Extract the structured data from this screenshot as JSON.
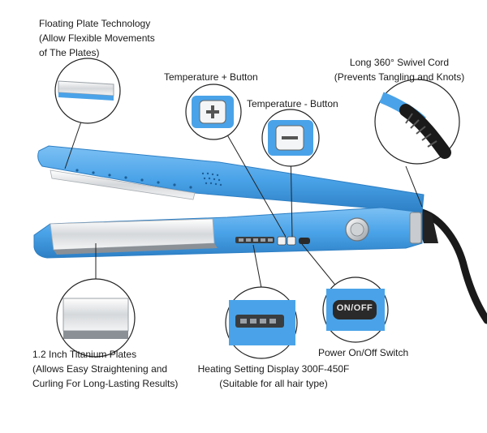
{
  "colors": {
    "body_blue": "#4aa3e8",
    "body_blue_dark": "#2d7fc4",
    "plate_silver": "#e4e6e8",
    "cord_black": "#1a1a1a",
    "callout_line": "#222222"
  },
  "callouts": {
    "floating_plate": {
      "lines": [
        "Floating Plate Technology",
        "(Allow Flexible Movements",
        "of The Plates)"
      ]
    },
    "temp_plus": {
      "lines": [
        "Temperature + Button"
      ]
    },
    "temp_minus": {
      "lines": [
        "Temperature - Button"
      ]
    },
    "swivel_cord": {
      "lines": [
        "Long 360° Swivel Cord",
        "(Prevents Tangling and Knots)"
      ]
    },
    "titanium_plates": {
      "lines": [
        "1.2 Inch Titanium Plates",
        "(Allows Easy Straightening and",
        "Curling For Long-Lasting Results)"
      ]
    },
    "heating_display": {
      "lines": [
        "Heating Setting Display 300F-450F",
        "(Suitable for all hair type)"
      ]
    },
    "power_switch": {
      "lines": [
        "Power On/Off Switch"
      ]
    }
  },
  "device": {
    "switch_text": "ON/OFF"
  }
}
